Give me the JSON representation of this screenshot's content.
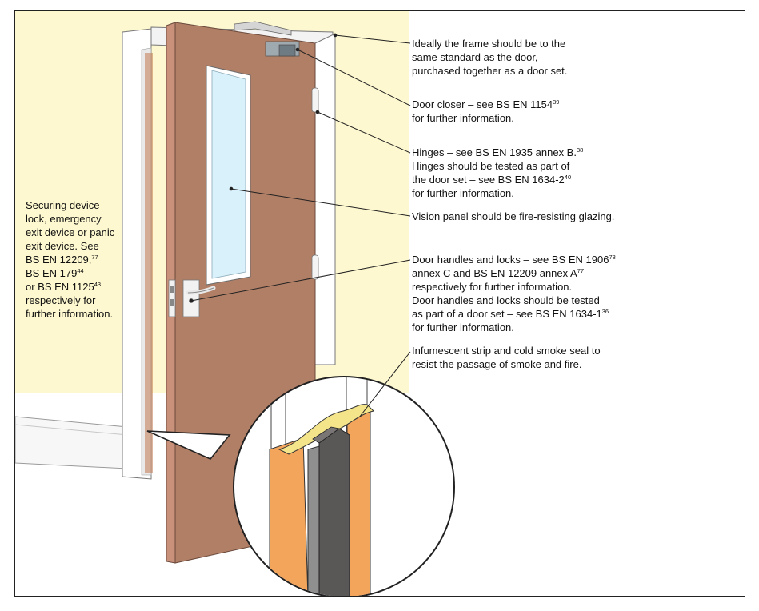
{
  "labels": {
    "securing": {
      "line1": "Securing device –",
      "line2": "lock, emergency",
      "line3": "exit device or panic",
      "line4": "exit device. See",
      "line5": "BS EN 12209,",
      "line5_ref": "77",
      "line6": "BS EN 179",
      "line6_ref": "44",
      "line7": "or BS EN 1125",
      "line7_ref": "43",
      "line8": "respectively for",
      "line9": "further information."
    },
    "frame": {
      "line1": "Ideally the frame should be to the",
      "line2": "same standard as the door,",
      "line3": "purchased together as a door set."
    },
    "closer": {
      "line1": "Door closer – see BS EN 1154",
      "line1_ref": "39",
      "line2": "for further information."
    },
    "hinges": {
      "line1": "Hinges – see BS EN 1935 annex B.",
      "line1_ref": "38",
      "line2": "Hinges should be tested as part of",
      "line3": "the door set – see BS EN 1634-2",
      "line3_ref": "40",
      "line4": "for further information."
    },
    "vision": {
      "line1": "Vision panel should be fire-resisting glazing."
    },
    "handles": {
      "line1": "Door handles and locks – see BS EN 1906",
      "line1_ref": "78",
      "line2": "annex C and BS EN 12209 annex A",
      "line2_ref": "77",
      "line3": "respectively for further information.",
      "line4": "Door handles and locks should be tested",
      "line5": "as part of a door set – see BS EN 1634-1",
      "line5_ref": "36",
      "line6": "for further information."
    },
    "strip": {
      "line1": "Infumescent strip and cold smoke seal to",
      "line2": "resist the passage of smoke and fire."
    }
  },
  "colors": {
    "wall": "#fdf8cf",
    "door": "#b17f66",
    "door_edge": "#c9917a",
    "glass": "#d9f1fb",
    "frame": "#ffffff",
    "intumescent": "#f4a55c",
    "seal": "#5a5757",
    "strip_yellow": "#f5e58a"
  }
}
